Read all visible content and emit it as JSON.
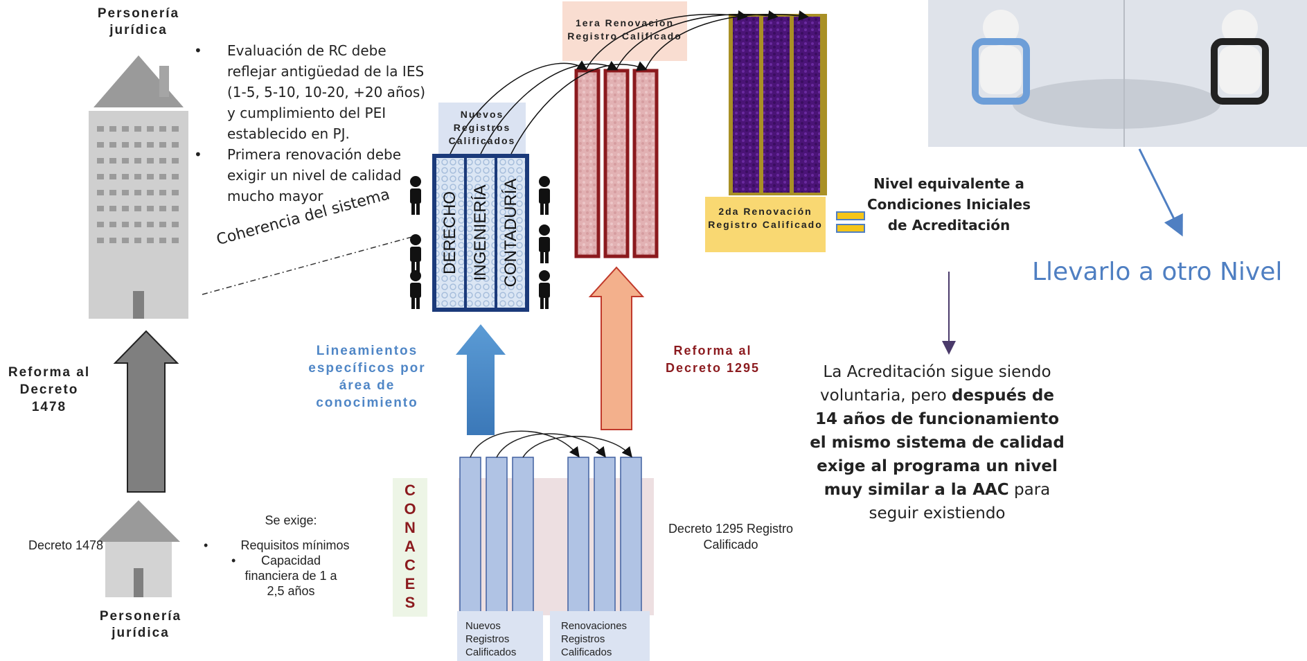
{
  "left": {
    "top_label": "Personería jurídica",
    "bottom_label": "Personería jurídica",
    "arrow_label": "Reforma al Decreto 1478",
    "decreto_label": "Decreto 1478",
    "se_exige": "Se exige:",
    "req_items": [
      "Requisitos mínimos"
    ],
    "req_sub_items": [
      "Capacidad financiera de 1 a 2,5 años"
    ],
    "bullets": [
      "Evaluación de RC debe reflejar antigüedad de la IES (1-5, 5-10, 10-20, +20 años) y cumplimiento del PEI establecido en PJ.",
      "Primera renovación debe exigir un nivel de calidad mucho mayor"
    ],
    "coherencia": "Coherencia del sistema"
  },
  "center": {
    "nuevos_top": "Nuevos Registros Calificados",
    "programs": [
      "DERECHO",
      "INGENIERÍA",
      "CONTADURÍA"
    ],
    "lineamientos": "Lineamientos específicos por área de conocimiento",
    "reforma_1295": "Reforma al Decreto 1295",
    "primera_renovacion": "1era Renovación Registro Calificado",
    "segunda_renovacion": "2da Renovación Registro Calificado",
    "conaces_letters": [
      "C",
      "O",
      "N",
      "A",
      "C",
      "E",
      "S"
    ],
    "nuevos_bottom": "Nuevos Registros Calificados",
    "renovaciones_bottom": "Renovaciones Registros Calificados",
    "decreto_1295": "Decreto 1295 Registro Calificado"
  },
  "right": {
    "nivel_equivalente": "Nivel equivalente a Condiciones Iniciales de Acreditación",
    "llevarlo": "Llevarlo a otro Nivel",
    "acreditacion_1": "La Acreditación sigue siendo voluntaria, pero",
    "acreditacion_bold_1": "después de 14 años de funcionamiento el mismo sistema de calidad exige al programa un nivel muy similar a la AAC",
    "acreditacion_2": "para seguir existiendo"
  },
  "colors": {
    "accent_blue": "#4f7fc2",
    "maroon": "#7b1a1f",
    "lila_box": "#b4c7e7",
    "yellow": "#f8d768"
  }
}
